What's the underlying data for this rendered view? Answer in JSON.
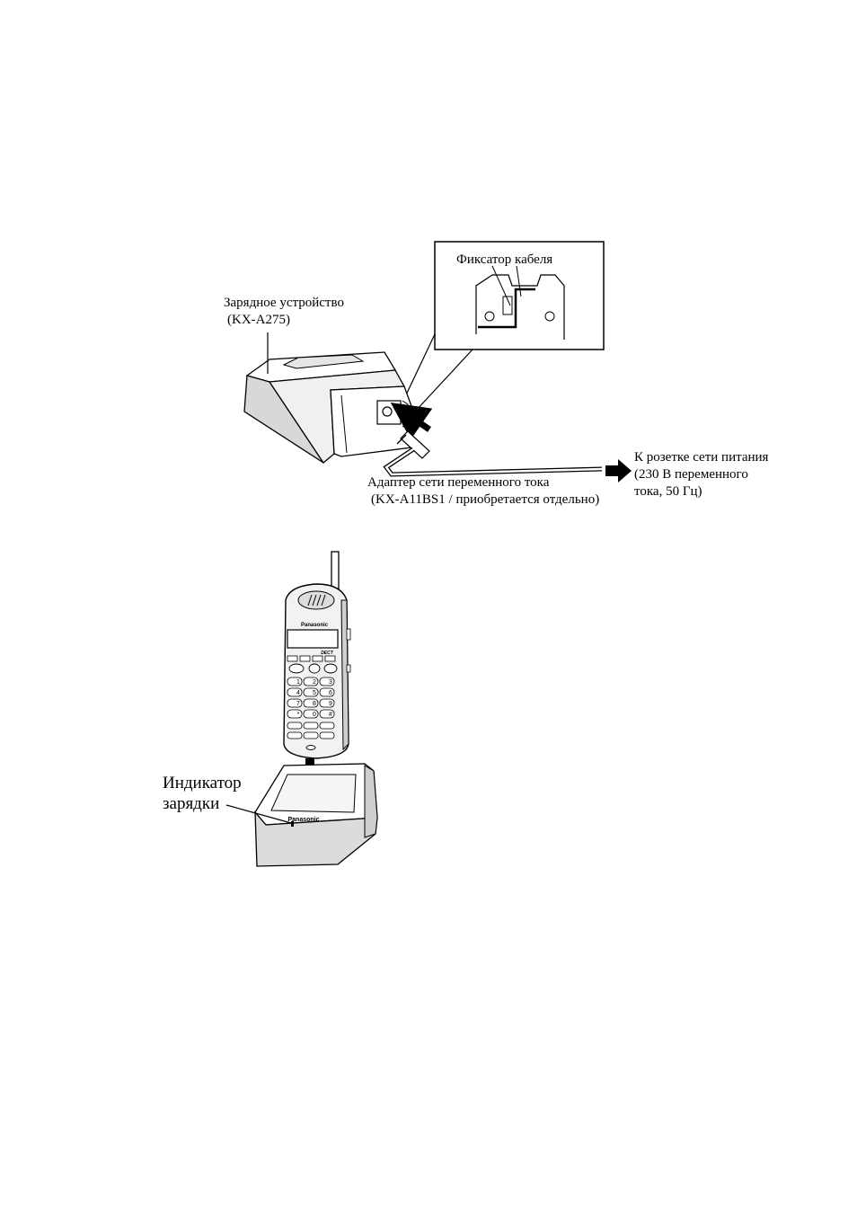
{
  "labels": {
    "cable_clip": "Фиксатор кабеля",
    "charger_line1": "Зарядное устройство",
    "charger_line2": "(KX-A275)",
    "adapter_line1": "Адаптер сети переменного тока",
    "adapter_line2": "(KX-A11BS1 / приобретается отдельно)",
    "outlet_line1": "К розетке сети питания",
    "outlet_line2": "(230 В переменного",
    "outlet_line3": "тока, 50 Гц)",
    "indicator_line1": "Индикатор",
    "indicator_line2": "зарядки"
  },
  "brand": {
    "handset_logo": "Panasonic",
    "handset_badge": "DECT",
    "base_logo": "Panasonic"
  },
  "keypad": [
    "1",
    "2",
    "3",
    "4",
    "5",
    "6",
    "7",
    "8",
    "9",
    "*",
    "0",
    "#"
  ]
}
